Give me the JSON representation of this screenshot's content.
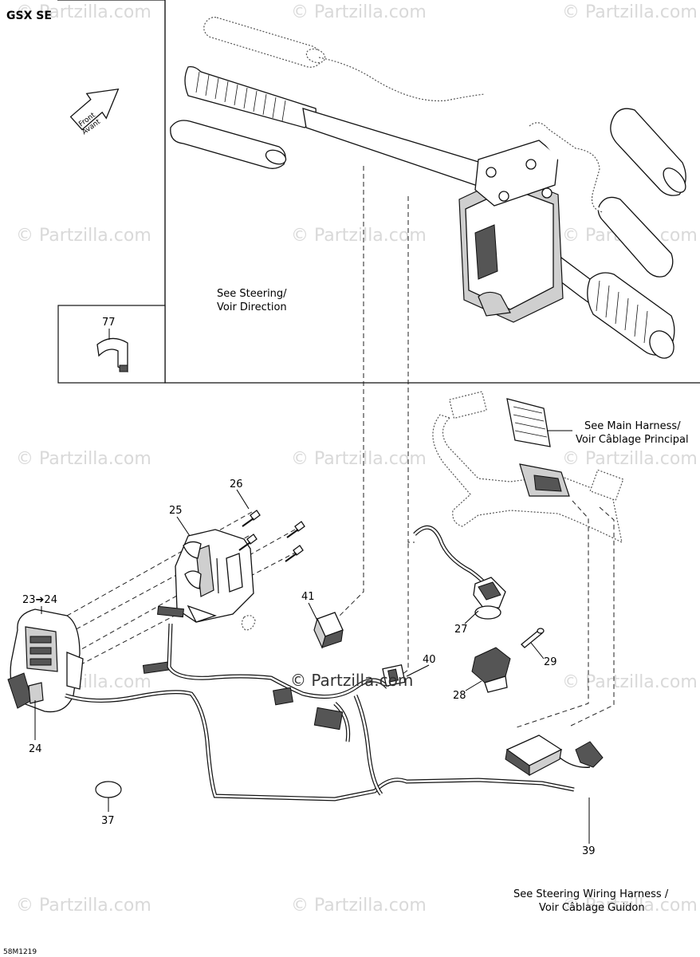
{
  "diagram": {
    "model_label": "GSX SE",
    "drawing_code": "58M1219",
    "direction_arrow": {
      "line1": "Front",
      "line2": "Avant"
    },
    "watermark_text": "© Partzilla.com",
    "center_watermark": "© Partzilla.com",
    "notes": {
      "steering_line1": "See Steering/",
      "steering_line2": "Voir Direction",
      "main_harness_line1": "See Main Harness/",
      "main_harness_line2": "Voir Câblage Principal",
      "steering_wiring_line1": "See Steering Wiring Harness /",
      "steering_wiring_line2": "Voir Câblage Guidon"
    },
    "callouts": [
      {
        "id": "c77",
        "label": "77"
      },
      {
        "id": "c26",
        "label": "26"
      },
      {
        "id": "c25",
        "label": "25"
      },
      {
        "id": "c23",
        "label": "23➔24"
      },
      {
        "id": "c24",
        "label": "24"
      },
      {
        "id": "c41",
        "label": "41"
      },
      {
        "id": "c27",
        "label": "27"
      },
      {
        "id": "c29",
        "label": "29"
      },
      {
        "id": "c40",
        "label": "40"
      },
      {
        "id": "c28",
        "label": "28"
      },
      {
        "id": "c37",
        "label": "37"
      },
      {
        "id": "c39",
        "label": "39"
      }
    ]
  }
}
